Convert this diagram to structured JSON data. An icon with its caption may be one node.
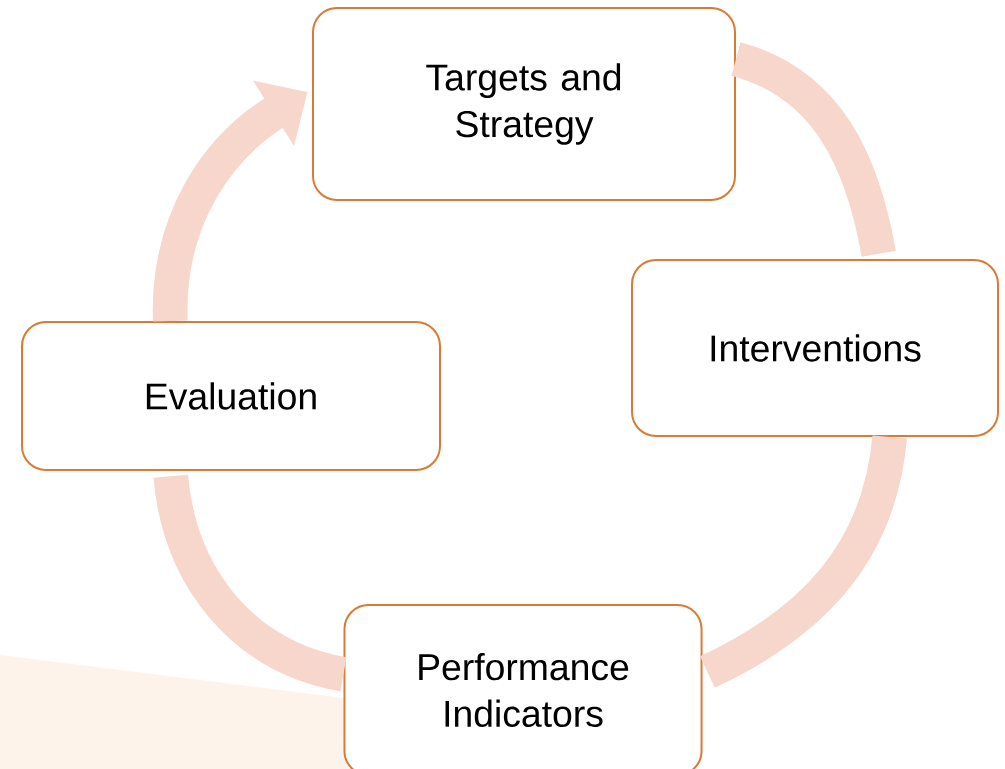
{
  "diagram": {
    "nodes": [
      {
        "text": [
          "Targets and Strategy"
        ]
      },
      {
        "text": [
          "Interventions"
        ]
      },
      {
        "text": [
          "Performance Indicators"
        ]
      },
      {
        "text": [
          "Evaluation"
        ]
      }
    ],
    "edges": [
      {
        "from": 0,
        "to": 1,
        "arrow": "none"
      },
      {
        "from": 1,
        "to": 2,
        "arrow": "none"
      },
      {
        "from": 2,
        "to": 3,
        "arrow": "none"
      },
      {
        "from": 3,
        "to": 0,
        "arrow": "to"
      }
    ]
  }
}
